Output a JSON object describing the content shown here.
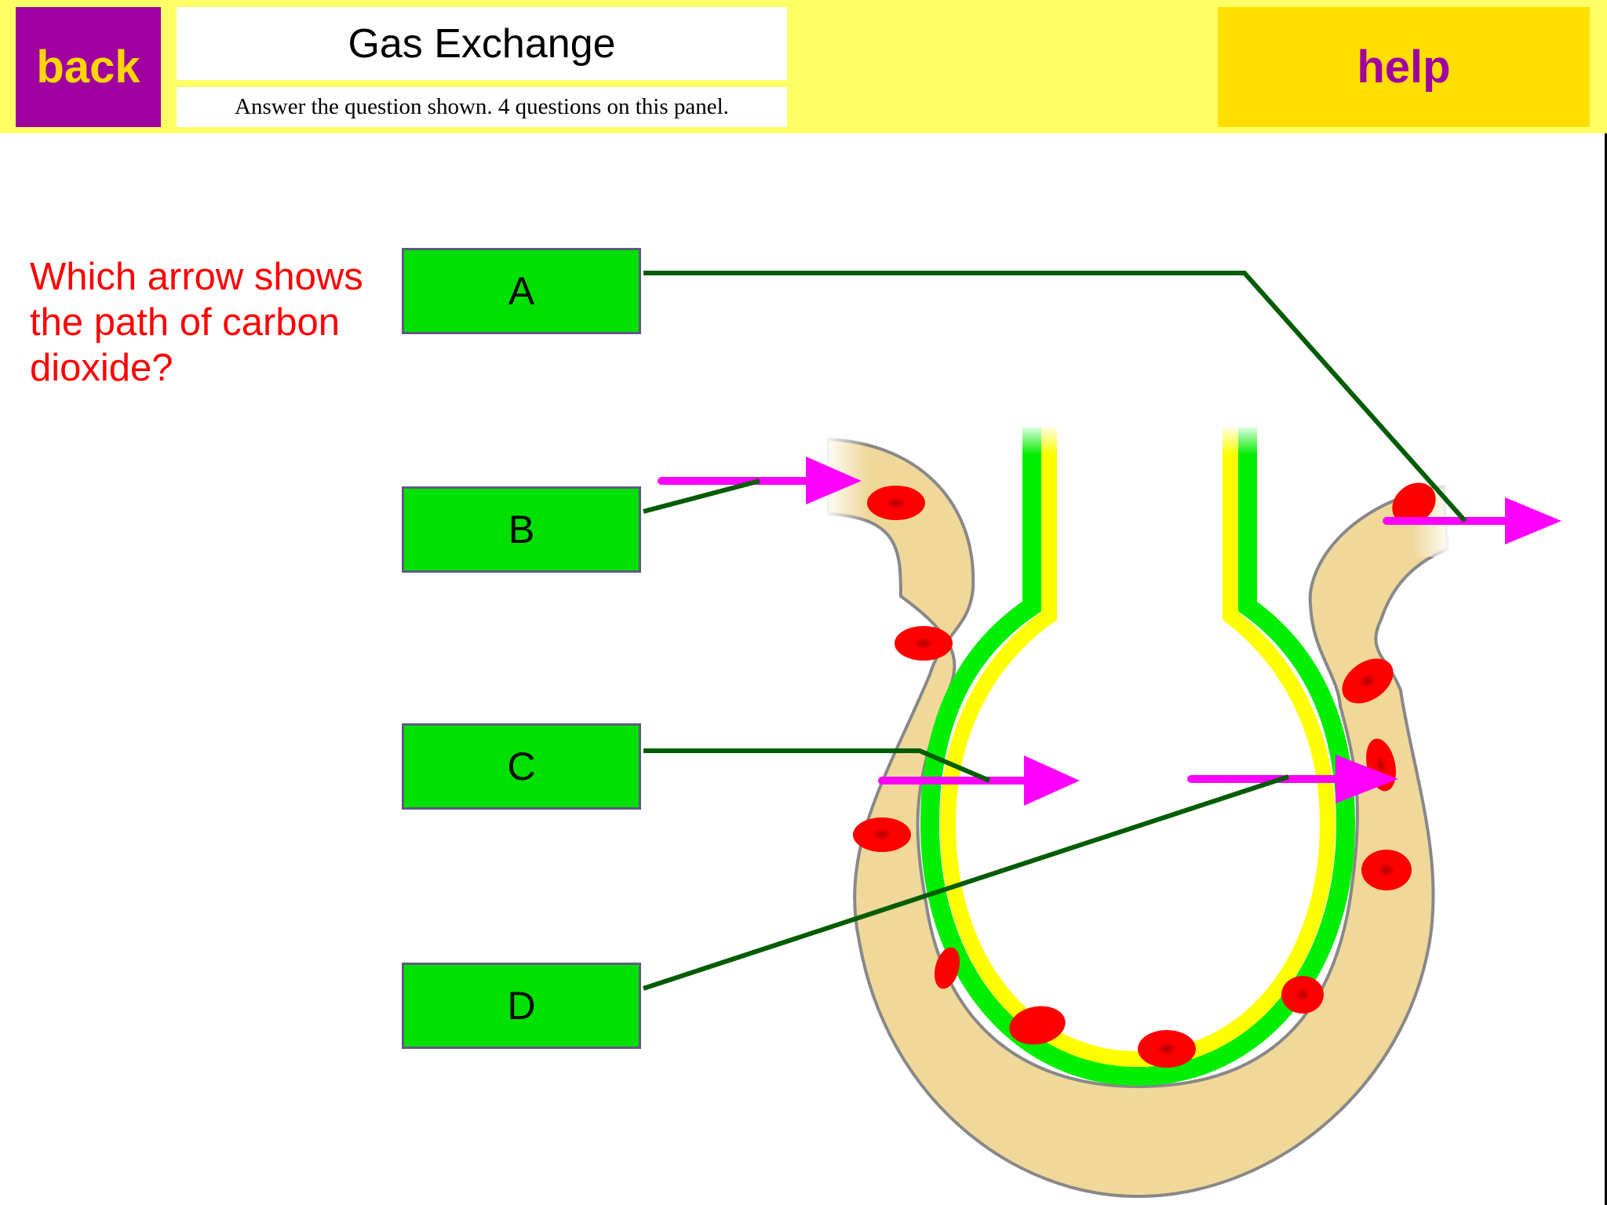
{
  "header": {
    "back_label": "back",
    "help_label": "help",
    "title": "Gas Exchange",
    "subtitle": "Answer the question shown. 4 questions on this panel."
  },
  "question": {
    "text": "Which arrow shows the path of carbon dioxide?"
  },
  "answers": [
    {
      "id": "A",
      "label": "A"
    },
    {
      "id": "B",
      "label": "B"
    },
    {
      "id": "C",
      "label": "C"
    },
    {
      "id": "D",
      "label": "D"
    }
  ],
  "diagram": {
    "subject": "alveolus with surrounding capillary",
    "arrows": [
      "A",
      "B",
      "C",
      "D"
    ],
    "colors": {
      "header_bg": "#ffff66",
      "back_bg": "#a000a0",
      "back_text": "#ffd700",
      "help_bg": "#ffde00",
      "help_text": "#a000a0",
      "question_text": "#ff0000",
      "label_fill": "#00e000",
      "label_border": "#5e5b80",
      "connector": "#005c00",
      "arrow": "#ff00ff",
      "capillary": "#f0d89a",
      "capillary_outline": "#888888",
      "blood_cell": "#ff0000",
      "alveolus_wall": "#00ee00",
      "alveolus_lining": "#ffff00"
    }
  }
}
